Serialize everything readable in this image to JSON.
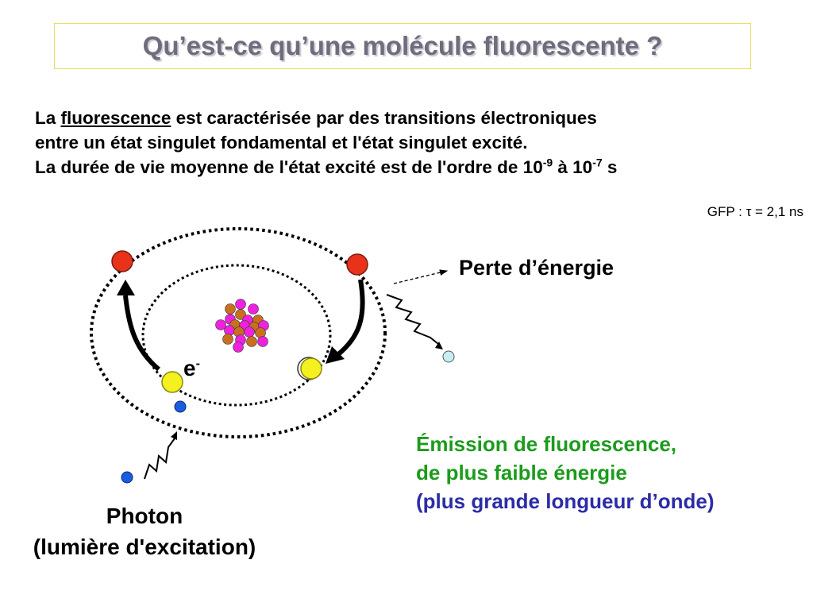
{
  "title": "Qu’est-ce qu’une molécule fluorescente ?",
  "intro": {
    "line1_before": "La ",
    "line1_term": "fluorescence",
    "line1_after": " est caractérisée par des transitions électroniques",
    "line2": "entre un état singulet fondamental et l'état singulet excité.",
    "line3_before": "La durée de vie moyenne de l'état excité est de l'ordre de 10",
    "exp1": "-9",
    "mid": " à 10",
    "exp2": "-7",
    "unit": " s"
  },
  "gfp_note": "GFP : τ = 2,1 ns",
  "labels": {
    "perte": "Perte d’énergie",
    "emission_line1": "Émission de fluorescence,",
    "emission_line2": "de plus faible énergie",
    "emission_line3": "(plus grande longueur d’onde)",
    "photon_line1": "Photon",
    "photon_line2": "(lumière d'excitation)",
    "electron": "e",
    "electron_sup": "-"
  },
  "colors": {
    "title_text": "#6d6d7d",
    "green_text": "#1c9b1c",
    "blue_text": "#2c2ca6",
    "electron_excited": "#e8321a",
    "electron_ground": "#f5f020",
    "photon_in": "#1a5ce0",
    "photon_out": "#c8eef0",
    "proton": "#ee22dd",
    "neutron": "#c87020"
  }
}
